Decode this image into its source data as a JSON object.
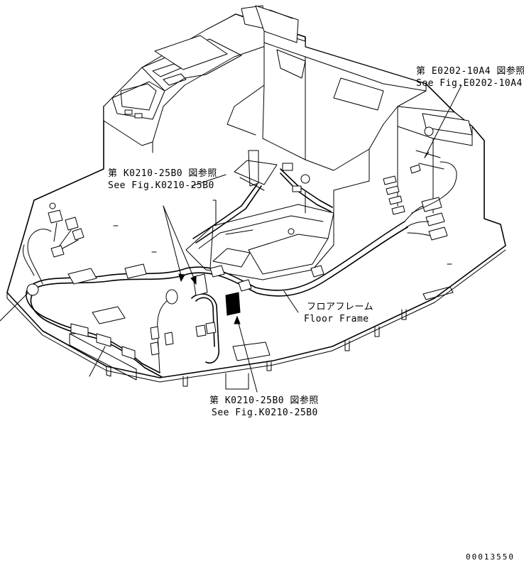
{
  "callouts": {
    "e0202": {
      "jp": "第 E0202-10A4 図参照",
      "en": "See Fig.E0202-10A4"
    },
    "k0210_upper": {
      "jp": "第 K0210-25B0 図参照",
      "en": "See Fig.K0210-25B0"
    },
    "k0210_lower": {
      "jp": "第 K0210-25B0 図参照",
      "en": "See Fig.K0210-25B0"
    },
    "floor_frame": {
      "jp": "フロアフレーム",
      "en": "Floor Frame"
    }
  },
  "drawing_number": "00013550"
}
